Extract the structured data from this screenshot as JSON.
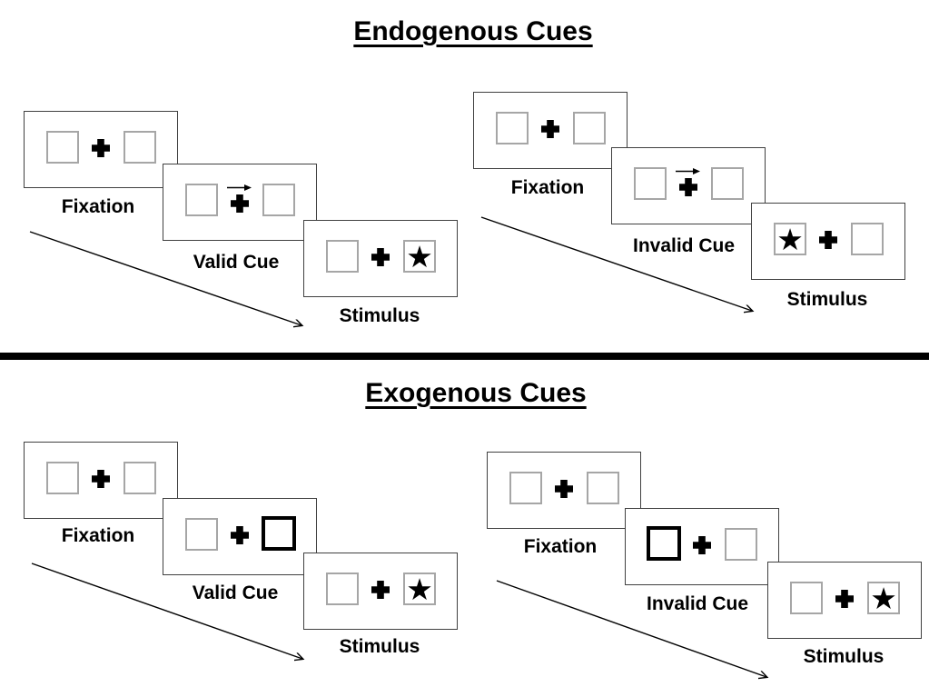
{
  "glyphs": {
    "star": "★"
  },
  "colors": {
    "background": "#ffffff",
    "panel_border": "#404040",
    "box_border": "#a6a6a6",
    "cue_box_border": "#000000",
    "symbol": "#000000",
    "divider": "#000000",
    "text": "#000000"
  },
  "sections": {
    "endogenous": {
      "title": "Endogenous Cues",
      "sequences": [
        {
          "name": "valid",
          "panels": [
            {
              "label": "Fixation",
              "type": "fixation"
            },
            {
              "label": "Valid Cue",
              "type": "arrow-cue",
              "cue_direction": "right"
            },
            {
              "label": "Stimulus",
              "type": "stimulus",
              "star_side": "right"
            }
          ]
        },
        {
          "name": "invalid",
          "panels": [
            {
              "label": "Fixation",
              "type": "fixation"
            },
            {
              "label": "Invalid Cue",
              "type": "arrow-cue",
              "cue_direction": "right"
            },
            {
              "label": "Stimulus",
              "type": "stimulus",
              "star_side": "left"
            }
          ]
        }
      ]
    },
    "exogenous": {
      "title": "Exogenous Cues",
      "sequences": [
        {
          "name": "valid",
          "panels": [
            {
              "label": "Fixation",
              "type": "fixation"
            },
            {
              "label": "Valid Cue",
              "type": "box-cue",
              "cue_side": "right"
            },
            {
              "label": "Stimulus",
              "type": "stimulus",
              "star_side": "right"
            }
          ]
        },
        {
          "name": "invalid",
          "panels": [
            {
              "label": "Fixation",
              "type": "fixation"
            },
            {
              "label": "Invalid Cue",
              "type": "box-cue",
              "cue_side": "left"
            },
            {
              "label": "Stimulus",
              "type": "stimulus",
              "star_side": "right"
            }
          ]
        }
      ]
    }
  }
}
